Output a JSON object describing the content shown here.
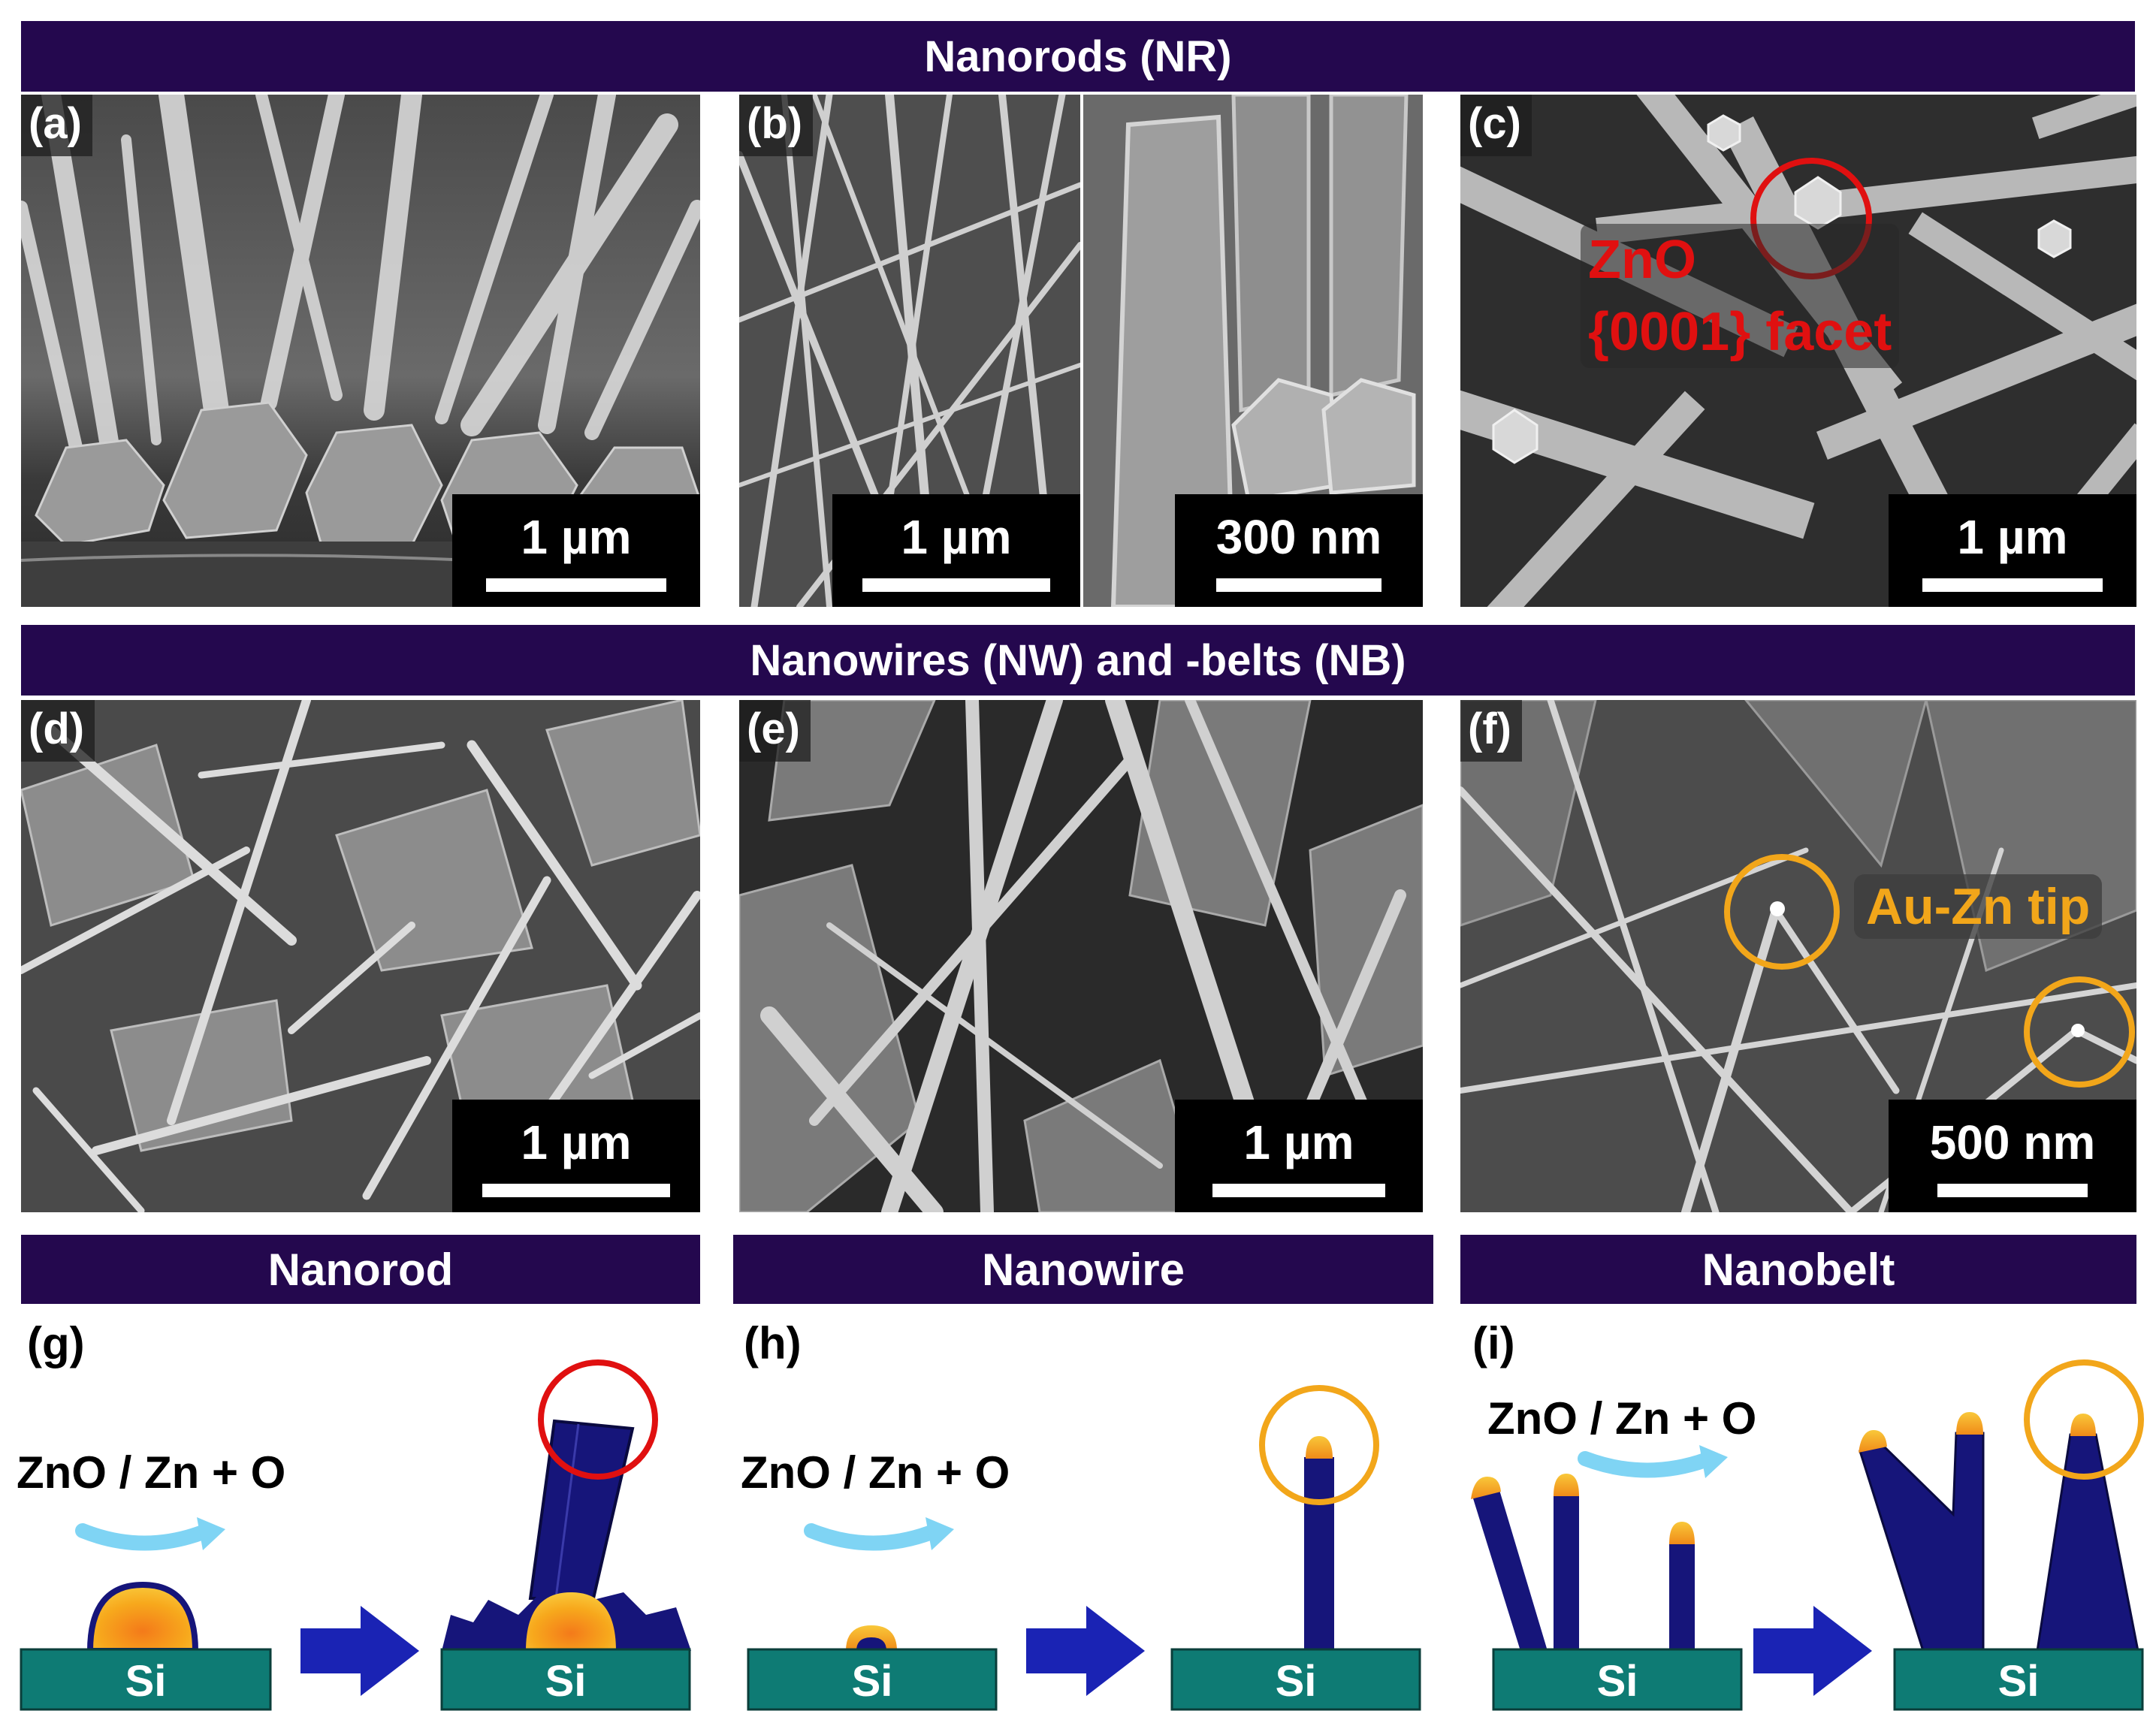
{
  "banners": {
    "nanorods": "Nanorods (NR)",
    "nanowires_belts": "Nanowires (NW) and -belts (NB)",
    "nanorod": "Nanorod",
    "nanowire": "Nanowire",
    "nanobelt": "Nanobelt"
  },
  "panels": {
    "a": {
      "label": "(a)",
      "scale": "1 µm"
    },
    "b": {
      "label": "(b)",
      "scale_left": "1 µm",
      "scale_right": "300 nm"
    },
    "c": {
      "label": "(c)",
      "scale": "1 µm",
      "annotation_line1": "ZnO",
      "annotation_line2": "{0001} facet"
    },
    "d": {
      "label": "(d)",
      "scale": "1 µm"
    },
    "e": {
      "label": "(e)",
      "scale": "1 µm"
    },
    "f": {
      "label": "(f)",
      "scale": "500 nm",
      "annotation": "Au-Zn tip"
    }
  },
  "schematics": {
    "g": {
      "label": "(g)",
      "flow": "ZnO / Zn + O",
      "substrate": "Si"
    },
    "h": {
      "label": "(h)",
      "flow": "ZnO / Zn + O",
      "substrate": "Si"
    },
    "i": {
      "label": "(i)",
      "flow": "ZnO / Zn + O",
      "substrate": "Si"
    }
  },
  "colors": {
    "banner": "#24084e",
    "substrate": "#0e7b74",
    "nanostructure": "#16157a",
    "arrow": "#1a23b4",
    "flow_arrow": "#7fd4f4",
    "red_circle": "#e01010",
    "gold_circle": "#f2a61a"
  }
}
